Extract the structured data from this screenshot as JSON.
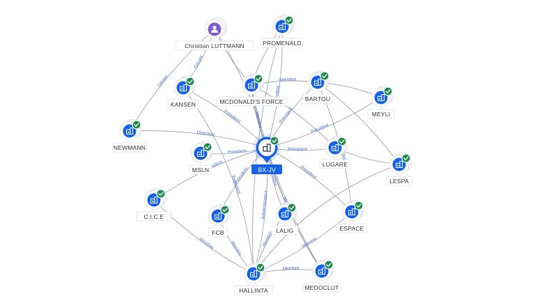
{
  "colors": {
    "company": "#1662e6",
    "person": "#7b5bd6",
    "check": "#1f8a4c",
    "center_label_bg": "#1662e6",
    "edge": "#7a8494",
    "edge_label": "#4a6fd0"
  },
  "center": {
    "id": "bxjv",
    "label": "BX-JV",
    "icon": "building-icon"
  },
  "nodes": [
    {
      "id": "luttmann",
      "label": "Christian LUTTMANN",
      "kind": "person",
      "icon": "person-icon",
      "verified": false
    },
    {
      "id": "promenald",
      "label": "PROMENALD",
      "kind": "company",
      "icon": "building-icon",
      "verified": true
    },
    {
      "id": "kansen",
      "label": "KANSEN",
      "kind": "company",
      "icon": "building-icon",
      "verified": true
    },
    {
      "id": "mcdo",
      "label": "MCDONALD'S FORCE",
      "kind": "company",
      "icon": "building-icon",
      "verified": true
    },
    {
      "id": "bartou",
      "label": "BARTOU",
      "kind": "company",
      "icon": "building-icon",
      "verified": true
    },
    {
      "id": "meyli",
      "label": "MEYLI",
      "kind": "company",
      "icon": "building-icon",
      "verified": true
    },
    {
      "id": "newmann",
      "label": "NEWMANN",
      "kind": "company",
      "icon": "building-icon",
      "verified": true
    },
    {
      "id": "msln",
      "label": "MSLN",
      "kind": "company",
      "icon": "building-icon",
      "verified": true
    },
    {
      "id": "lugare",
      "label": "LUGARE",
      "kind": "company",
      "icon": "building-icon",
      "verified": true
    },
    {
      "id": "lespa",
      "label": "LESPA",
      "kind": "company",
      "icon": "building-icon",
      "verified": true
    },
    {
      "id": "cice",
      "label": "C.I.C.E",
      "kind": "company",
      "icon": "building-icon",
      "verified": true
    },
    {
      "id": "fcb",
      "label": "FCB",
      "kind": "company",
      "icon": "building-icon",
      "verified": true
    },
    {
      "id": "lalig",
      "label": "LALIG",
      "kind": "company",
      "icon": "building-icon",
      "verified": true
    },
    {
      "id": "espace",
      "label": "ESPACE",
      "kind": "company",
      "icon": "building-icon",
      "verified": true
    },
    {
      "id": "hallinta",
      "label": "HALLINTA",
      "kind": "company",
      "icon": "building-icon",
      "verified": true
    },
    {
      "id": "medoclut",
      "label": "MEDOCLUT",
      "kind": "company",
      "icon": "building-icon",
      "verified": true
    }
  ],
  "edges": [
    {
      "from": "luttmann",
      "to": "kansen",
      "label": "Gérant"
    },
    {
      "from": "luttmann",
      "to": "newmann",
      "label": "Gérant"
    },
    {
      "from": "luttmann",
      "to": "bxjv",
      "label": ""
    },
    {
      "from": "luttmann",
      "to": "mcdo",
      "label": ""
    },
    {
      "from": "promenald",
      "to": "bxjv",
      "label": "Membre"
    },
    {
      "from": "promenald",
      "to": "mcdo",
      "label": ""
    },
    {
      "from": "kansen",
      "to": "bxjv",
      "label": "Président"
    },
    {
      "from": "mcdo",
      "to": "bxjv",
      "label": "Membre"
    },
    {
      "from": "mcdo",
      "to": "bartou",
      "label": "Membre"
    },
    {
      "from": "bartou",
      "to": "bxjv",
      "label": "Président"
    },
    {
      "from": "meyli",
      "to": "bxjv",
      "label": "Président"
    },
    {
      "from": "meyli",
      "to": "bartou",
      "label": ""
    },
    {
      "from": "newmann",
      "to": "bxjv",
      "label": "Directeur"
    },
    {
      "from": "msln",
      "to": "bxjv",
      "label": "Président"
    },
    {
      "from": "lugare",
      "to": "bxjv",
      "label": "Président"
    },
    {
      "from": "lugare",
      "to": "mcdo",
      "label": ""
    },
    {
      "from": "lespa",
      "to": "lugare",
      "label": ""
    },
    {
      "from": "lespa",
      "to": "bartou",
      "label": ""
    },
    {
      "from": "cice",
      "to": "bxjv",
      "label": "Président"
    },
    {
      "from": "cice",
      "to": "hallinta",
      "label": "Membre"
    },
    {
      "from": "fcb",
      "to": "bxjv",
      "label": "Président"
    },
    {
      "from": "fcb",
      "to": "hallinta",
      "label": "Membre"
    },
    {
      "from": "lalig",
      "to": "bxjv",
      "label": "Membre"
    },
    {
      "from": "hallinta",
      "to": "bxjv",
      "label": "Administrateur"
    },
    {
      "from": "hallinta",
      "to": "lalig",
      "label": "Membre"
    },
    {
      "from": "hallinta",
      "to": "espace",
      "label": "Membre"
    },
    {
      "from": "hallinta",
      "to": "medoclut",
      "label": "Membre"
    },
    {
      "from": "espace",
      "to": "bxjv",
      "label": "Président"
    },
    {
      "from": "medoclut",
      "to": "bxjv",
      "label": "Membre"
    },
    {
      "from": "medoclut",
      "to": "mcdo",
      "label": ""
    },
    {
      "from": "kansen",
      "to": "hallinta",
      "label": "Président"
    },
    {
      "from": "promenald",
      "to": "hallinta",
      "label": ""
    },
    {
      "from": "bartou",
      "to": "espace",
      "label": "Membre"
    },
    {
      "from": "lespa",
      "to": "hallinta",
      "label": ""
    },
    {
      "from": "mcdo",
      "to": "medoclut",
      "label": ""
    }
  ]
}
